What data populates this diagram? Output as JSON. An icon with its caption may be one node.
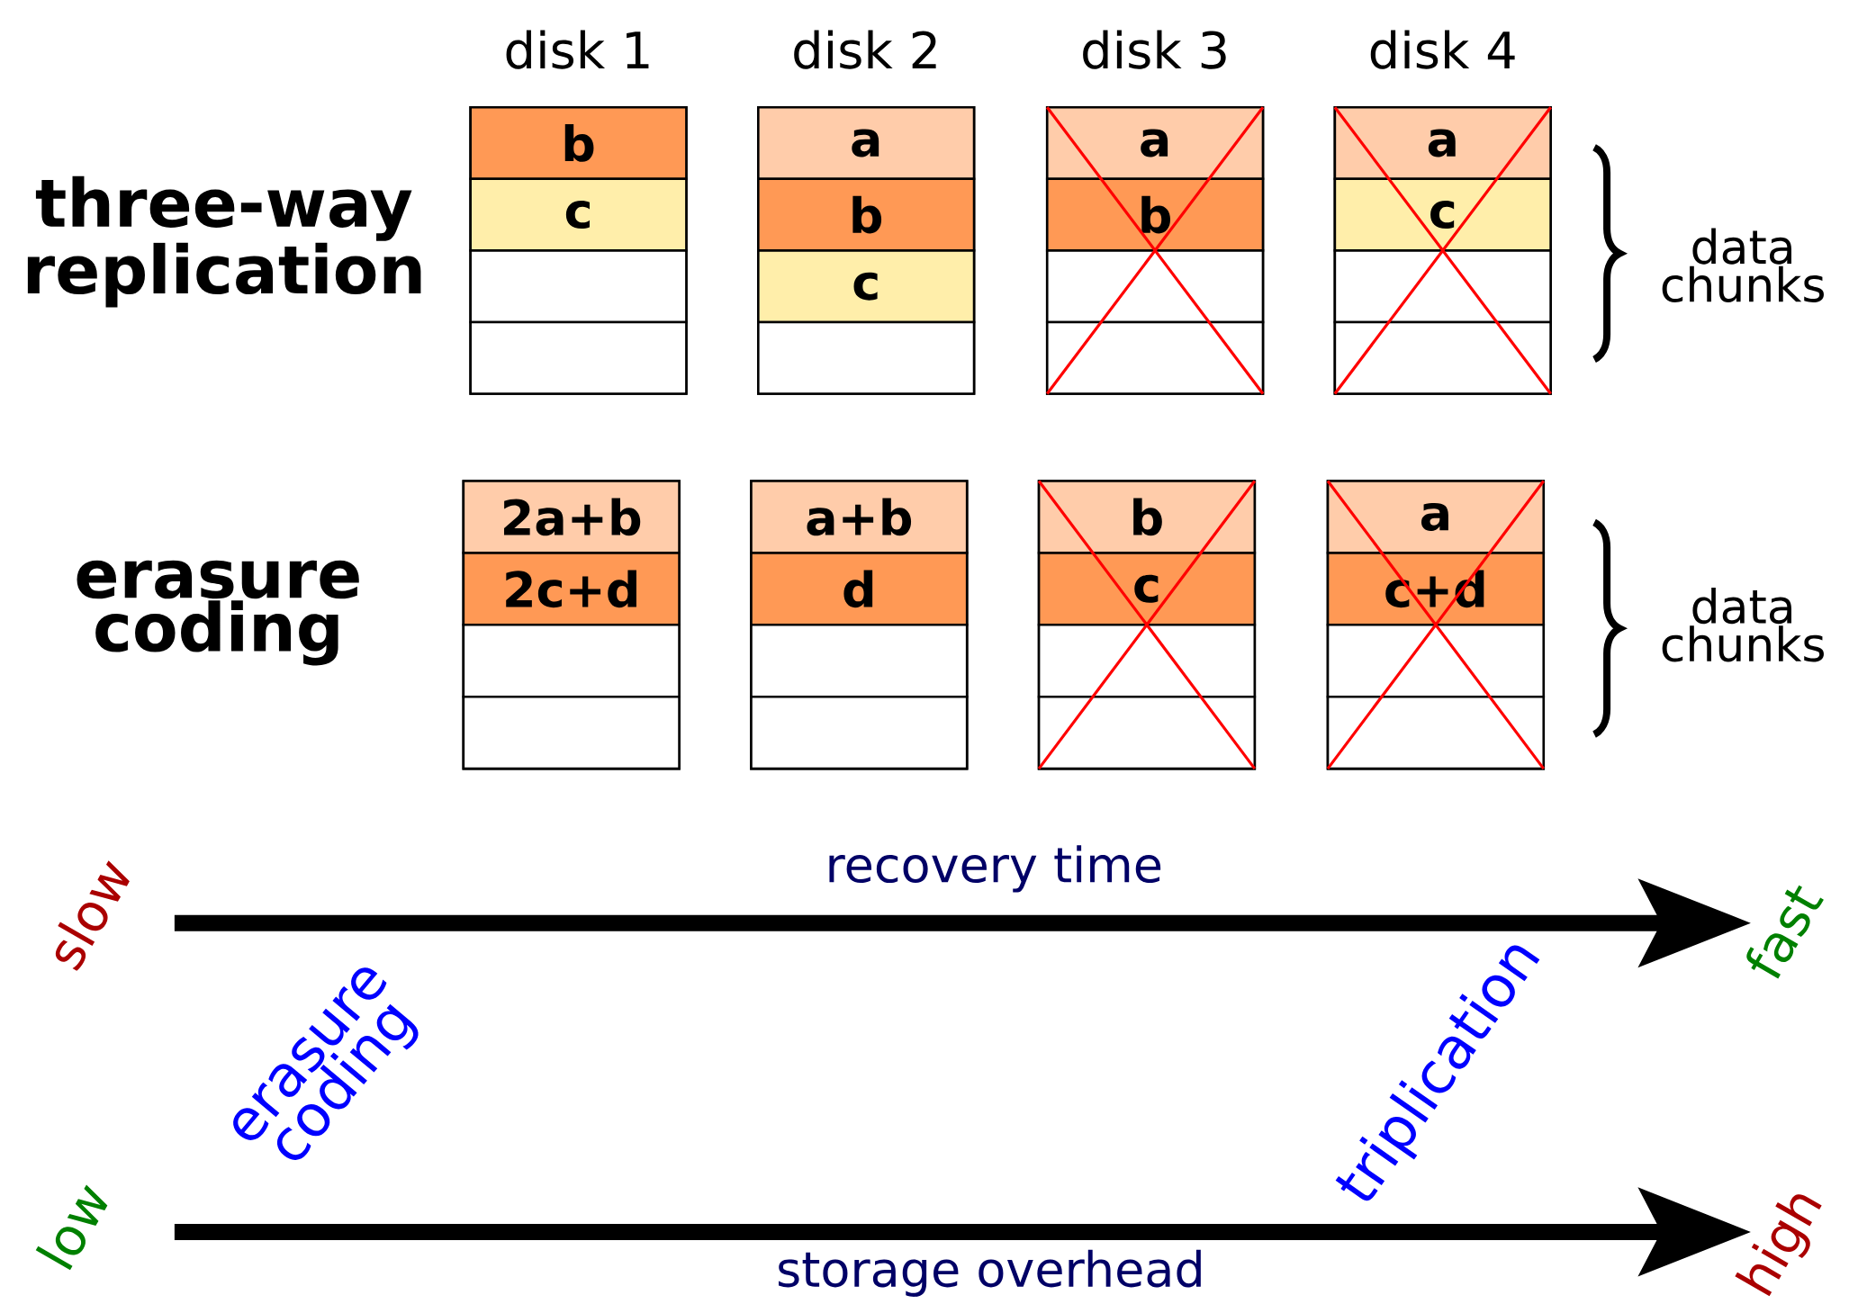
{
  "diagram": {
    "nodes": [
      {
        "text": [
          "disk 1"
        ]
      },
      {
        "text": [
          "b"
        ],
        "in": 0
      },
      {
        "text": [
          "c"
        ],
        "in": 0
      },
      {
        "text": [],
        "shape": "box",
        "in": 0
      },
      {
        "text": [],
        "shape": "box",
        "in": 0
      },
      {
        "text": [
          "disk 2"
        ]
      },
      {
        "text": [
          "a"
        ],
        "in": 5
      },
      {
        "text": [
          "b"
        ],
        "in": 5
      },
      {
        "text": [
          "c"
        ],
        "in": 5
      },
      {
        "text": [],
        "shape": "box",
        "in": 5
      },
      {
        "text": [
          "disk 3"
        ]
      },
      {
        "text": [
          "a"
        ],
        "in": 10
      },
      {
        "text": [
          "b"
        ],
        "in": 10
      },
      {
        "text": [],
        "shape": "box",
        "in": 10
      },
      {
        "text": [],
        "shape": "box",
        "in": 10
      },
      {
        "text": [
          "disk 4"
        ]
      },
      {
        "text": [
          "a"
        ],
        "in": 15
      },
      {
        "text": [
          "c"
        ],
        "in": 15
      },
      {
        "text": [],
        "shape": "box",
        "in": 15
      },
      {
        "text": [],
        "shape": "box",
        "in": 15
      },
      {
        "text": [],
        "shape": "box"
      },
      {
        "text": [
          "2a+b"
        ],
        "in": 20
      },
      {
        "text": [
          "2c+d"
        ],
        "in": 20
      },
      {
        "text": [],
        "shape": "box",
        "in": 20
      },
      {
        "text": [],
        "shape": "box",
        "in": 20
      },
      {
        "text": [],
        "shape": "box"
      },
      {
        "text": [
          "a+b"
        ],
        "in": 25
      },
      {
        "text": [
          "d"
        ],
        "in": 25
      },
      {
        "text": [],
        "shape": "box",
        "in": 25
      },
      {
        "text": [],
        "shape": "box",
        "in": 25
      },
      {
        "text": [],
        "shape": "box"
      },
      {
        "text": [
          "b"
        ],
        "in": 30
      },
      {
        "text": [
          "c"
        ],
        "in": 30
      },
      {
        "text": [],
        "shape": "box",
        "in": 30
      },
      {
        "text": [],
        "shape": "box",
        "in": 30
      },
      {
        "text": [],
        "shape": "box"
      },
      {
        "text": [
          "a"
        ],
        "in": 35
      },
      {
        "text": [
          "c+d"
        ],
        "in": 35
      },
      {
        "text": [],
        "shape": "box",
        "in": 35
      },
      {
        "text": [],
        "shape": "box",
        "in": 35
      }
    ],
    "edges": [],
    "labels": [
      "three-way replication",
      "erasure coding",
      "data chunks",
      "data chunks",
      "recovery time",
      "slow",
      "fast",
      "erasure coding",
      "triplication",
      "low",
      "high",
      "storage overhead"
    ]
  }
}
